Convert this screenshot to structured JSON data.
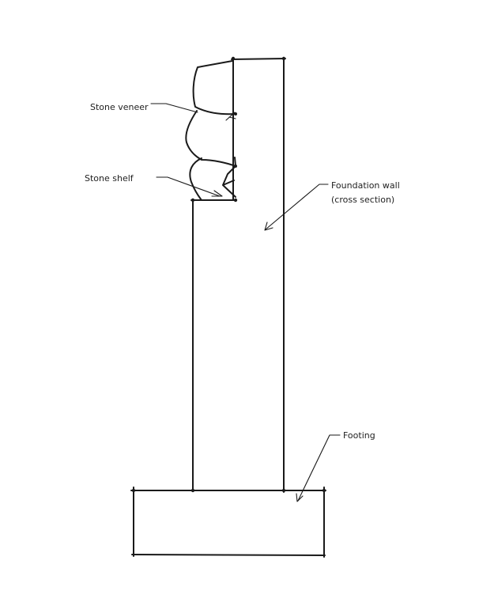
{
  "diagram": {
    "labels": {
      "stone_veneer": "Stone veneer",
      "stone_shelf": "Stone shelf",
      "foundation_wall_line1": "Foundation wall",
      "foundation_wall_line2": "(cross section)",
      "footing": "Footing"
    },
    "colors": {
      "ink": "#1a1a1a",
      "background": "#ffffff"
    }
  }
}
